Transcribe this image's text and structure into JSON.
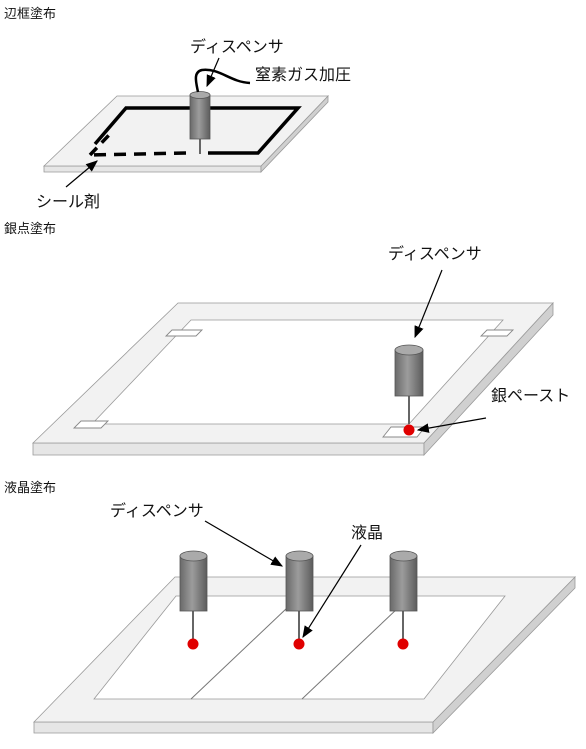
{
  "panels": [
    {
      "title": "辺框塗布",
      "labels": {
        "dispenser": "ディスペンサ",
        "gas": "窒素ガス加圧",
        "sealant": "シール剤"
      }
    },
    {
      "title": "銀点塗布",
      "labels": {
        "dispenser": "ディスペンサ",
        "paste": "銀ペースト"
      }
    },
    {
      "title": "液晶塗布",
      "labels": {
        "dispenser": "ディスペンサ",
        "liquid_crystal": "液晶"
      }
    }
  ],
  "colors": {
    "dot": "#e00000",
    "plate": "#f2f2f2",
    "plate_edge": "#c8c8c8",
    "cylinder": "#8a8a8a"
  }
}
